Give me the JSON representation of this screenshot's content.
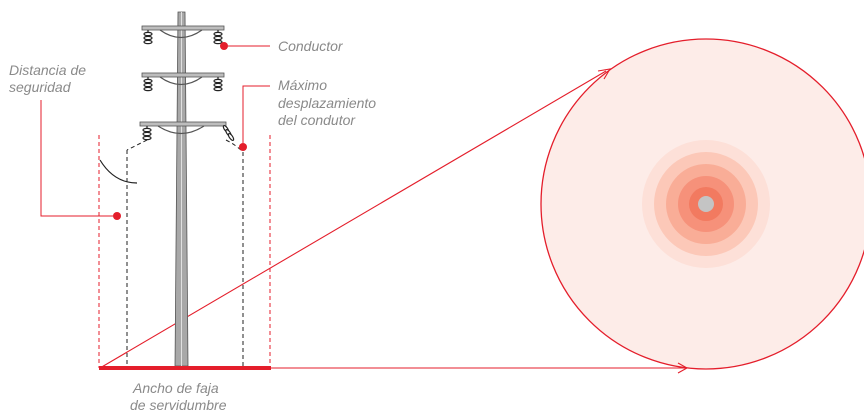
{
  "labels": {
    "conductor": "Conductor",
    "safety_distance_line1": "Distancia de",
    "safety_distance_line2": "seguridad",
    "max_displacement_line1": "Máximo",
    "max_displacement_line2": "desplazamiento",
    "max_displacement_line3": "del condutor",
    "easement_width_line1": "Ancho de faja",
    "easement_width_line2": "de servidumbre"
  },
  "colors": {
    "accent_red": "#e41e2b",
    "tower_gray": "#9a9a9a",
    "line_dark": "#222222",
    "label_gray": "#8a8a8a",
    "zone_rings": [
      "#fde3dc",
      "#fcc9b9",
      "#f9ac96",
      "#f69076",
      "#f2785d"
    ],
    "core_gray": "#c4c4c4"
  }
}
